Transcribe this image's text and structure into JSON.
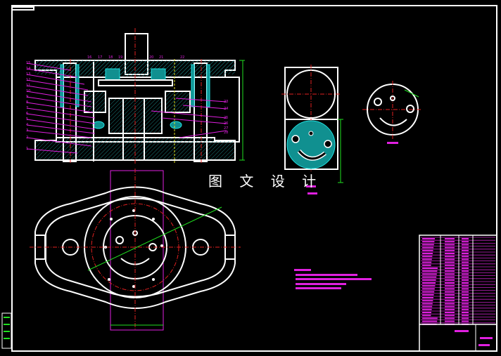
{
  "watermark": "图 文 设 计",
  "colors": {
    "background": "#000000",
    "outline": "#ffffff",
    "annotation": "#e020e0",
    "centerline": "#e02020",
    "dimension": "#20e020",
    "hatch": "#20c0c0"
  },
  "section_view": {
    "left_balloons": [
      "15",
      "14",
      "13",
      "12",
      "11",
      "10",
      "9",
      "8",
      "7",
      "6",
      "5",
      "4",
      "3",
      "2",
      "1"
    ],
    "top_balloons": [
      "16",
      "17",
      "18",
      "19",
      "20",
      "21",
      "22"
    ],
    "right_balloons": [
      "23",
      "24",
      "25",
      "26",
      "27",
      "28"
    ]
  }
}
